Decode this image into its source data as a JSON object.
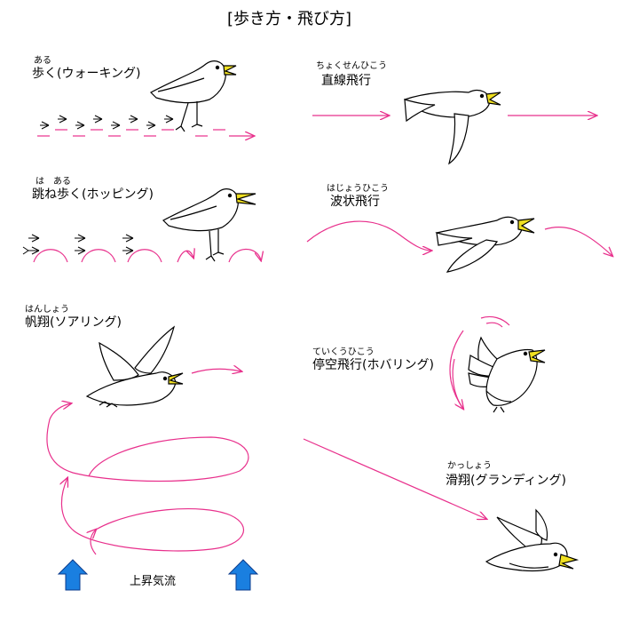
{
  "title": "[歩き方・飛び方]",
  "labels": {
    "walk": {
      "ruby": "ある",
      "text": "歩く(ウォーキング)"
    },
    "hop": {
      "ruby": "は　ある",
      "text": "跳ね歩く(ホッピング)"
    },
    "soar": {
      "ruby": "はんしょう",
      "text": "帆翔(ソアリング)"
    },
    "direct": {
      "ruby": "ちょくせんひこう",
      "text": "直線飛行"
    },
    "wave": {
      "ruby": "はじょうひこう",
      "text": "波状飛行"
    },
    "hover": {
      "ruby": "ていくうひこう",
      "text": "停空飛行(ホバリング)"
    },
    "glide": {
      "ruby": "かっしょう",
      "text": "滑翔(グランディング)"
    }
  },
  "updraft_label": "上昇気流",
  "colors": {
    "arrow": "#e8308c",
    "beak": "#f0e020",
    "updraft": "#1a7fe0",
    "bird_fill": "#ffffff",
    "stroke": "#000000"
  },
  "icons": [
    "bird-icon",
    "footprint-icon",
    "updraft-arrow-icon"
  ]
}
